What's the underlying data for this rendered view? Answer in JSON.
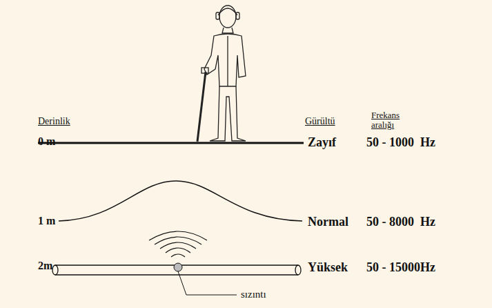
{
  "diagram": {
    "labels": [
      "Derinlik",
      "Gürültü",
      "Frekans aralığı",
      "0 m",
      "Zayıf",
      "50 - 1000  Hz",
      "1 m",
      "Normal",
      "50 - 8000  Hz",
      "2m",
      "Yüksek",
      "50 - 15000Hz",
      "sızıntı"
    ]
  }
}
